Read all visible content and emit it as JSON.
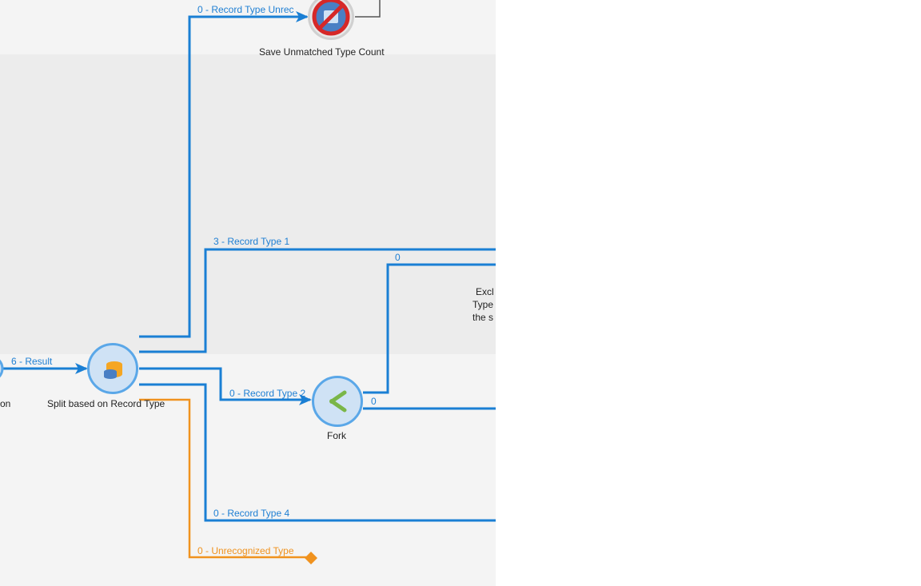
{
  "workflow": {
    "nodes": {
      "save_unmatched": {
        "label": "Save Unmatched Type Count",
        "icon": "disabled-save-icon"
      },
      "split": {
        "label": "Split based on Record Type",
        "icon": "database-split-icon"
      },
      "fork": {
        "label": "Fork",
        "icon": "fork-icon"
      },
      "left_partial": {
        "label": "on"
      },
      "exclusion_partial": {
        "line1": "Excl",
        "line2": "Type",
        "line3": "the s"
      }
    },
    "edges": {
      "result": "6 - Result",
      "unrecognized_top": "0 - Record Type Unrec",
      "type1": "3 - Record Type 1",
      "type2": "0 - Record Type 2",
      "type4": "0 - Record Type 4",
      "unrecognized": "0 - Unrecognized Type",
      "fork_out_top": "0",
      "fork_out_bottom": "0"
    },
    "colors": {
      "wire": "#1a7fd4",
      "wire_error": "#f0921e",
      "canvas_light": "#f4f4f4",
      "canvas_dark": "#ececec"
    }
  }
}
